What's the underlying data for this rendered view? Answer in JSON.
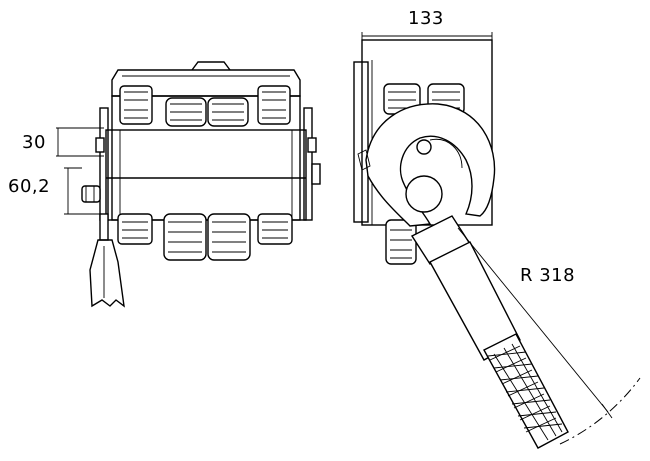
{
  "dimensions": {
    "width_label": "133",
    "offset_label": "30",
    "height_label": "60,2",
    "radius_label": "R 318"
  }
}
